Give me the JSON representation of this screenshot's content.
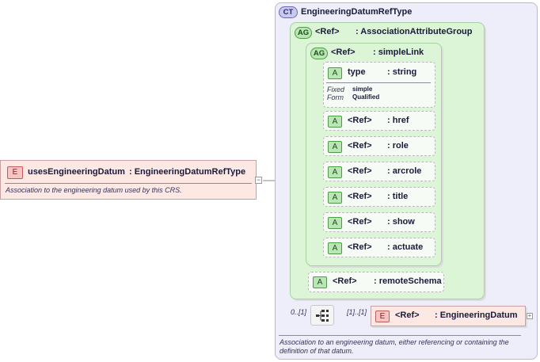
{
  "root_element": {
    "badge": "E",
    "name": "usesEngineeringDatum",
    "type": ": EngineeringDatumRefType",
    "doc": "Association to the engineering datum used by this CRS."
  },
  "complex_type": {
    "badge": "CT",
    "name": "EngineeringDatumRefType",
    "doc_line1": "Association to an engineering datum, either referencing or containing the",
    "doc_line2": "definition of that datum."
  },
  "association_group": {
    "badge": "AG",
    "ref": "<Ref>",
    "type": ": AssociationAttributeGroup"
  },
  "simple_link_group": {
    "badge": "AG",
    "ref": "<Ref>",
    "type": ": simpleLink"
  },
  "type_attribute": {
    "badge": "A",
    "name": "type",
    "type": ": string",
    "fixed_label": "Fixed",
    "fixed_value": "simple",
    "form_label": "Form",
    "form_value": "Qualified"
  },
  "link_attributes": [
    {
      "badge": "A",
      "ref": "<Ref>",
      "type": ": href"
    },
    {
      "badge": "A",
      "ref": "<Ref>",
      "type": ": role"
    },
    {
      "badge": "A",
      "ref": "<Ref>",
      "type": ": arcrole"
    },
    {
      "badge": "A",
      "ref": "<Ref>",
      "type": ": title"
    },
    {
      "badge": "A",
      "ref": "<Ref>",
      "type": ": show"
    },
    {
      "badge": "A",
      "ref": "<Ref>",
      "type": ": actuate"
    }
  ],
  "remote_schema": {
    "badge": "A",
    "ref": "<Ref>",
    "type": ": remoteSchema"
  },
  "sequence": {
    "cardinality_outer": "0..[1]",
    "cardinality_inner": "[1]..[1]"
  },
  "datum_element": {
    "badge": "E",
    "ref": "<Ref>",
    "type": ": EngineeringDatum"
  },
  "colors": {
    "element_fill": "#fde8e4",
    "element_border": "#c9a0a0",
    "ct_fill": "#eeeefa",
    "ag_fill": "#dcf5d6",
    "attr_fill": "#f7fbf5"
  }
}
